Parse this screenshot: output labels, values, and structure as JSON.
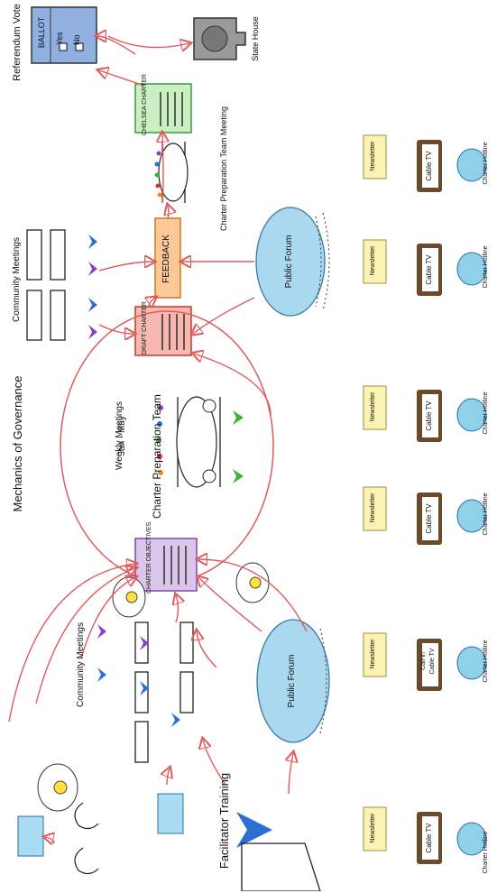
{
  "labels": {
    "referendum_vote": "Referendum Vote",
    "state_house": "State House",
    "ballot": "BALLOT",
    "yes": "Yes",
    "no": "No",
    "chelsea_charter": "CHELSEA CHARTER",
    "charter_prep_meeting": "Charter Preparation Team Meeting",
    "community_meetings_top": "Community Meetings",
    "feedback": "FEEDBACK",
    "draft_charter": "DRAFT CHARTER",
    "public_forum": "Public Forum",
    "mechanics": "Mechanics of Governance",
    "weekly_meetings": "Weekly Meetings",
    "jan_may": "Jan - May",
    "charter_prep_team": "Charter Preparation Team",
    "charter_objectives": "CHARTER OBJECTIVES",
    "community_meetings_left": "Community Meetings",
    "facilitator_training": "Facilitator Training",
    "newsletter": "Newsletter",
    "cable_tv": "Cable TV",
    "call_in": "Call-in",
    "charter_hotline": "Charter Hotline"
  },
  "colors": {
    "arrow": "#e05a5a",
    "ballot": "#8fb0e0",
    "chelsea": "#c9efc2",
    "chelsea_border": "#3e9a3e",
    "draft": "#f7b8b0",
    "feedback": "#fcc89a",
    "objectives": "#d9c6ea",
    "forum": "#a9d8ef",
    "newsletter": "#fbf3b4",
    "tv": "#6a4a2a",
    "phone": "#8fd1e8",
    "postcard": "#a9dcf3",
    "person_blue": "#2a6fd1",
    "person_purple": "#8a3fc8",
    "person_green": "#3faf3f",
    "bulb": "#ffe23a"
  }
}
